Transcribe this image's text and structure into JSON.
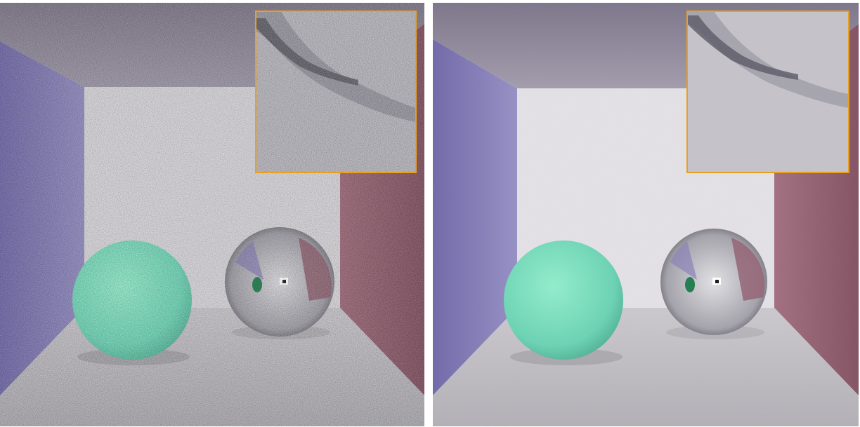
{
  "figure": {
    "panels": [
      {
        "name": "noisy-render",
        "noise_level": "high",
        "sphere_reflections": "noisy"
      },
      {
        "name": "denoised-render",
        "noise_level": "low",
        "sphere_reflections": "clean"
      }
    ],
    "colors": {
      "left_wall": "#7c74b0",
      "right_wall": "#8c5a68",
      "back_wall": "#d8d6da",
      "ceiling": "#8a8294",
      "floor": "#b8b6ba",
      "diffuse_sphere": "#6fd4b4",
      "mirror_sphere": "#c0bec4",
      "inset_border": "#e8a020"
    },
    "scene_objects": [
      "left-wall",
      "right-wall",
      "back-wall",
      "ceiling",
      "floor",
      "diffuse-sphere",
      "mirror-sphere"
    ],
    "inset": {
      "description_shown": false
    }
  }
}
